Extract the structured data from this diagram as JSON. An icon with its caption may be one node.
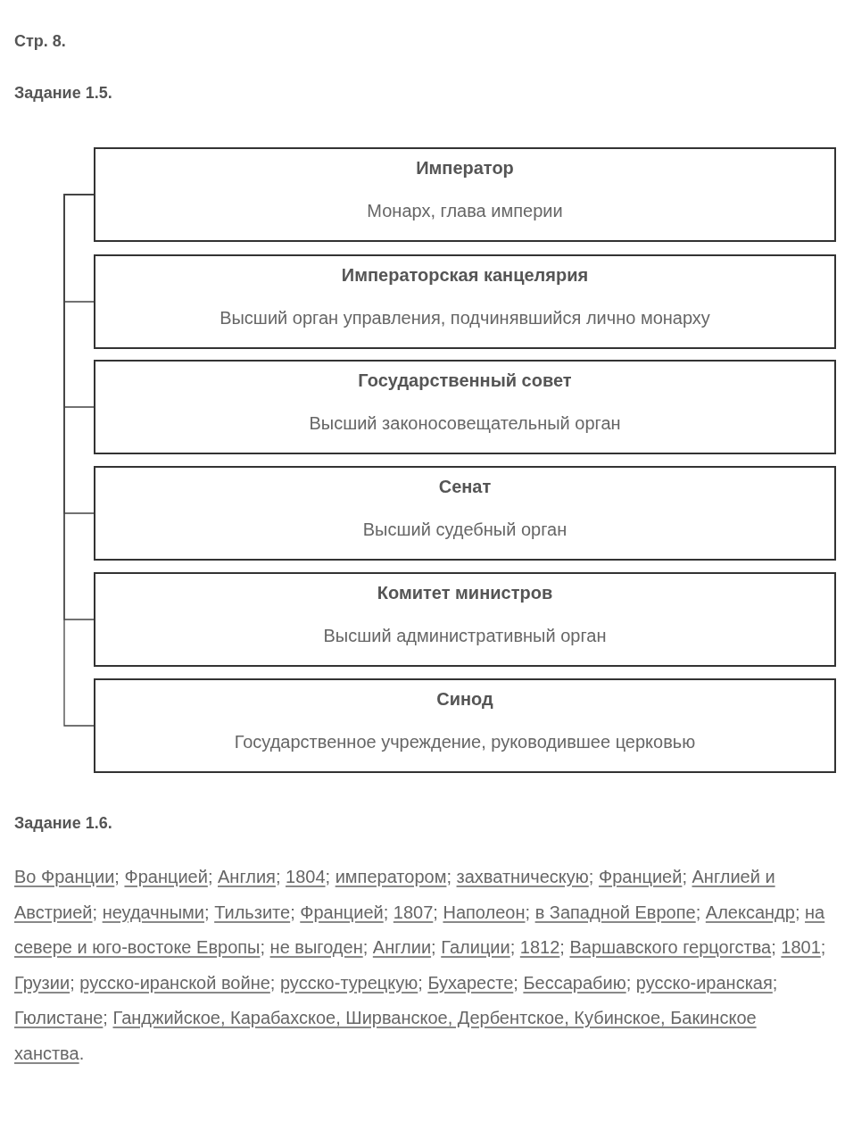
{
  "diagram": {
    "nodes": [
      {
        "text": [
          "Император",
          "Монарх, глава империи"
        ]
      },
      {
        "text": [
          "Императорская канцелярия",
          "Высший орган управления, подчинявшийся лично монарху"
        ]
      },
      {
        "text": [
          "Государственный совет",
          "Высший законосовещательный орган"
        ]
      },
      {
        "text": [
          "Сенат",
          "Высший судебный орган"
        ]
      },
      {
        "text": [
          "Комитет министров",
          "Высший административный орган"
        ]
      },
      {
        "text": [
          "Синод",
          "Государственное учреждение, руководившее церковью"
        ]
      }
    ],
    "edges": [
      {
        "from": 0,
        "to": 1,
        "arrow": "none"
      },
      {
        "from": 0,
        "to": 2,
        "arrow": "none"
      },
      {
        "from": 0,
        "to": 3,
        "arrow": "none"
      },
      {
        "from": 0,
        "to": 4,
        "arrow": "none"
      },
      {
        "from": 0,
        "to": 5,
        "arrow": "none"
      }
    ],
    "labels": [
      "Стр. 8.",
      "Задание 1.5.",
      "Задание 1.6.",
      "Во Франции; Францией; Англия; 1804; императором; захватническую; Францией; Англией и Австрией; неудачными; Тильзите; Францией; 1807; Наполеон; в Западной Европе; Александр; на севере и юго-востоке Европы; не выгоден; Англии; Галиции; 1812; Варшавского герцогства; 1801; Грузии; русско-иранской войне; русско-турецкую; Бухаресте; Бессарабию; русско-иранская; Гюлистане; Ганджийское, Карабахское, Ширванское, Дербентское, Кубинское, Бакинское ханства."
    ]
  }
}
